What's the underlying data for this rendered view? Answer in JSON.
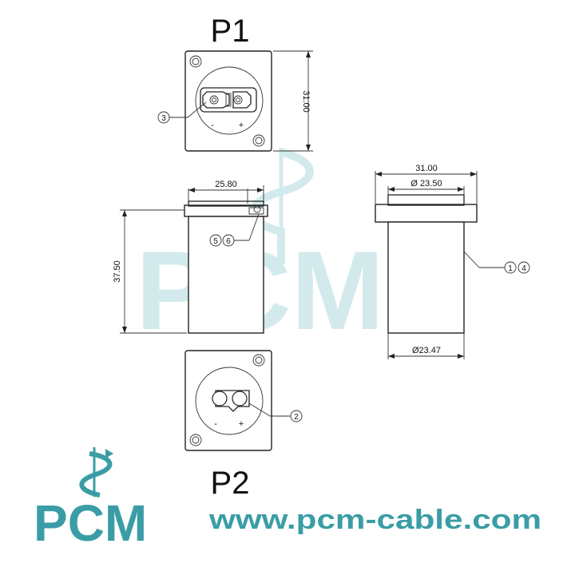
{
  "labels": {
    "p1": "P1",
    "p2": "P2",
    "pin_minus": "-",
    "pin_plus": "+"
  },
  "dimensions": {
    "p1_height": "31.00",
    "side_width": "25.80",
    "side_height": "37.50",
    "front_width": "31.00",
    "front_inner_dia": "Ø 23.50",
    "front_body_dia": "Ø23.47"
  },
  "callouts": {
    "p1_insert": "3",
    "p2_insert": "2",
    "side_a": "5",
    "side_b": "6",
    "front_a": "1",
    "front_b": "4"
  },
  "branding": {
    "logo": "PCM",
    "website": "www.pcm-cable.com"
  },
  "colors": {
    "brand_teal": "#3a9da6",
    "watermark": "#cfe8ea",
    "line": "#222222"
  }
}
